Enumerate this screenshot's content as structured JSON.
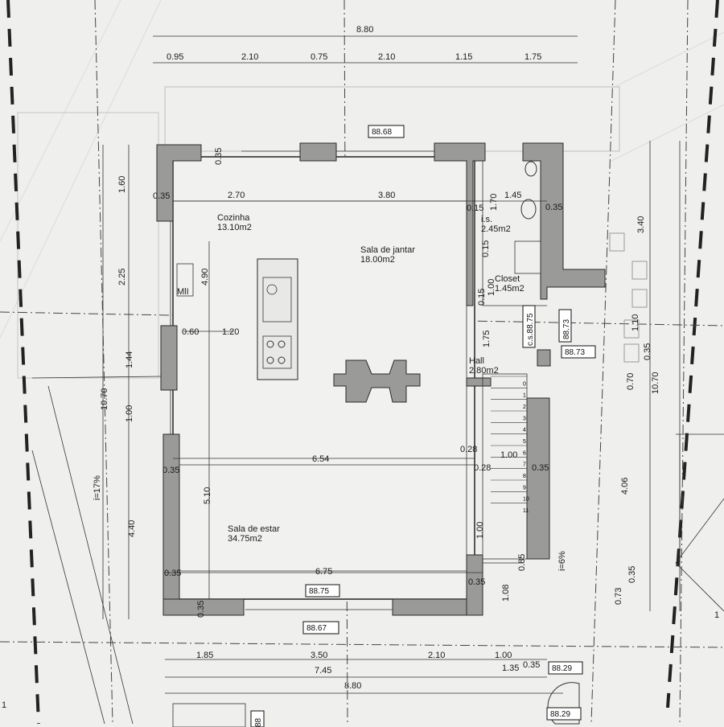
{
  "dimensions": {
    "overall_top": "8.80",
    "top": [
      "0.95",
      "2.10",
      "0.75",
      "2.10",
      "1.15",
      "1.75"
    ],
    "interior_top": [
      "2.70",
      "3.80",
      "1.45"
    ],
    "wall_thickness": "0.35",
    "left_vertical": [
      "1.60",
      "2.25",
      "1.44",
      "1.00",
      "4.40"
    ],
    "left_total": "10.70",
    "left_inner": [
      "4.90",
      "5.10"
    ],
    "sink_offsets": [
      "0.60",
      "1.20"
    ],
    "living_width": "6.54",
    "living_width_bottom": "6.75",
    "right_vertical": [
      "3.40",
      "1.10",
      "0.35",
      "0.70",
      "4.06",
      "0.35",
      "0.73"
    ],
    "right_total": "10.70",
    "bottom": [
      "1.85",
      "3.50",
      "2.10",
      "1.00"
    ],
    "bottom_sub": "7.45",
    "bottom_total": "8.80",
    "bottom_extra": [
      "1.35",
      "0.35"
    ],
    "ws_dims": [
      "0.15",
      "1.70",
      "0.15",
      "1.00",
      "0.15"
    ],
    "hall_dims": [
      "1.75",
      "0.28",
      "0.28",
      "1.00",
      "0.35"
    ],
    "entry_dims": [
      "1.00",
      "0.85",
      "1.08"
    ],
    "slope_left": "i=17%",
    "slope_right": "i=6%"
  },
  "levels": {
    "top": "88.68",
    "hall_a": "88.73",
    "hall_b": "88.73",
    "closet": "c.s.88.75",
    "living": "88.75",
    "outside": "88.67",
    "entry": "88.29",
    "entry_low": "88.29",
    "bottom_clip": "88"
  },
  "rooms": {
    "kitchen_name": "Cozinha",
    "kitchen_area": "13.10m2",
    "dining_name": "Sala de jantar",
    "dining_area": "18.00m2",
    "ws_name": "i.s.",
    "ws_area": "2.45m2",
    "closet_name": "Closet",
    "closet_area": "1.45m2",
    "hall_name": "Hall",
    "hall_area": "2.80m2",
    "living_name": "Sala de estar",
    "living_area": "34.75m2",
    "mli_label": "MlI"
  },
  "stairs": [
    "0",
    "1",
    "2",
    "3",
    "4",
    "5",
    "6",
    "7",
    "8",
    "9",
    "10",
    "11"
  ],
  "section_marks": [
    "1",
    "1"
  ]
}
